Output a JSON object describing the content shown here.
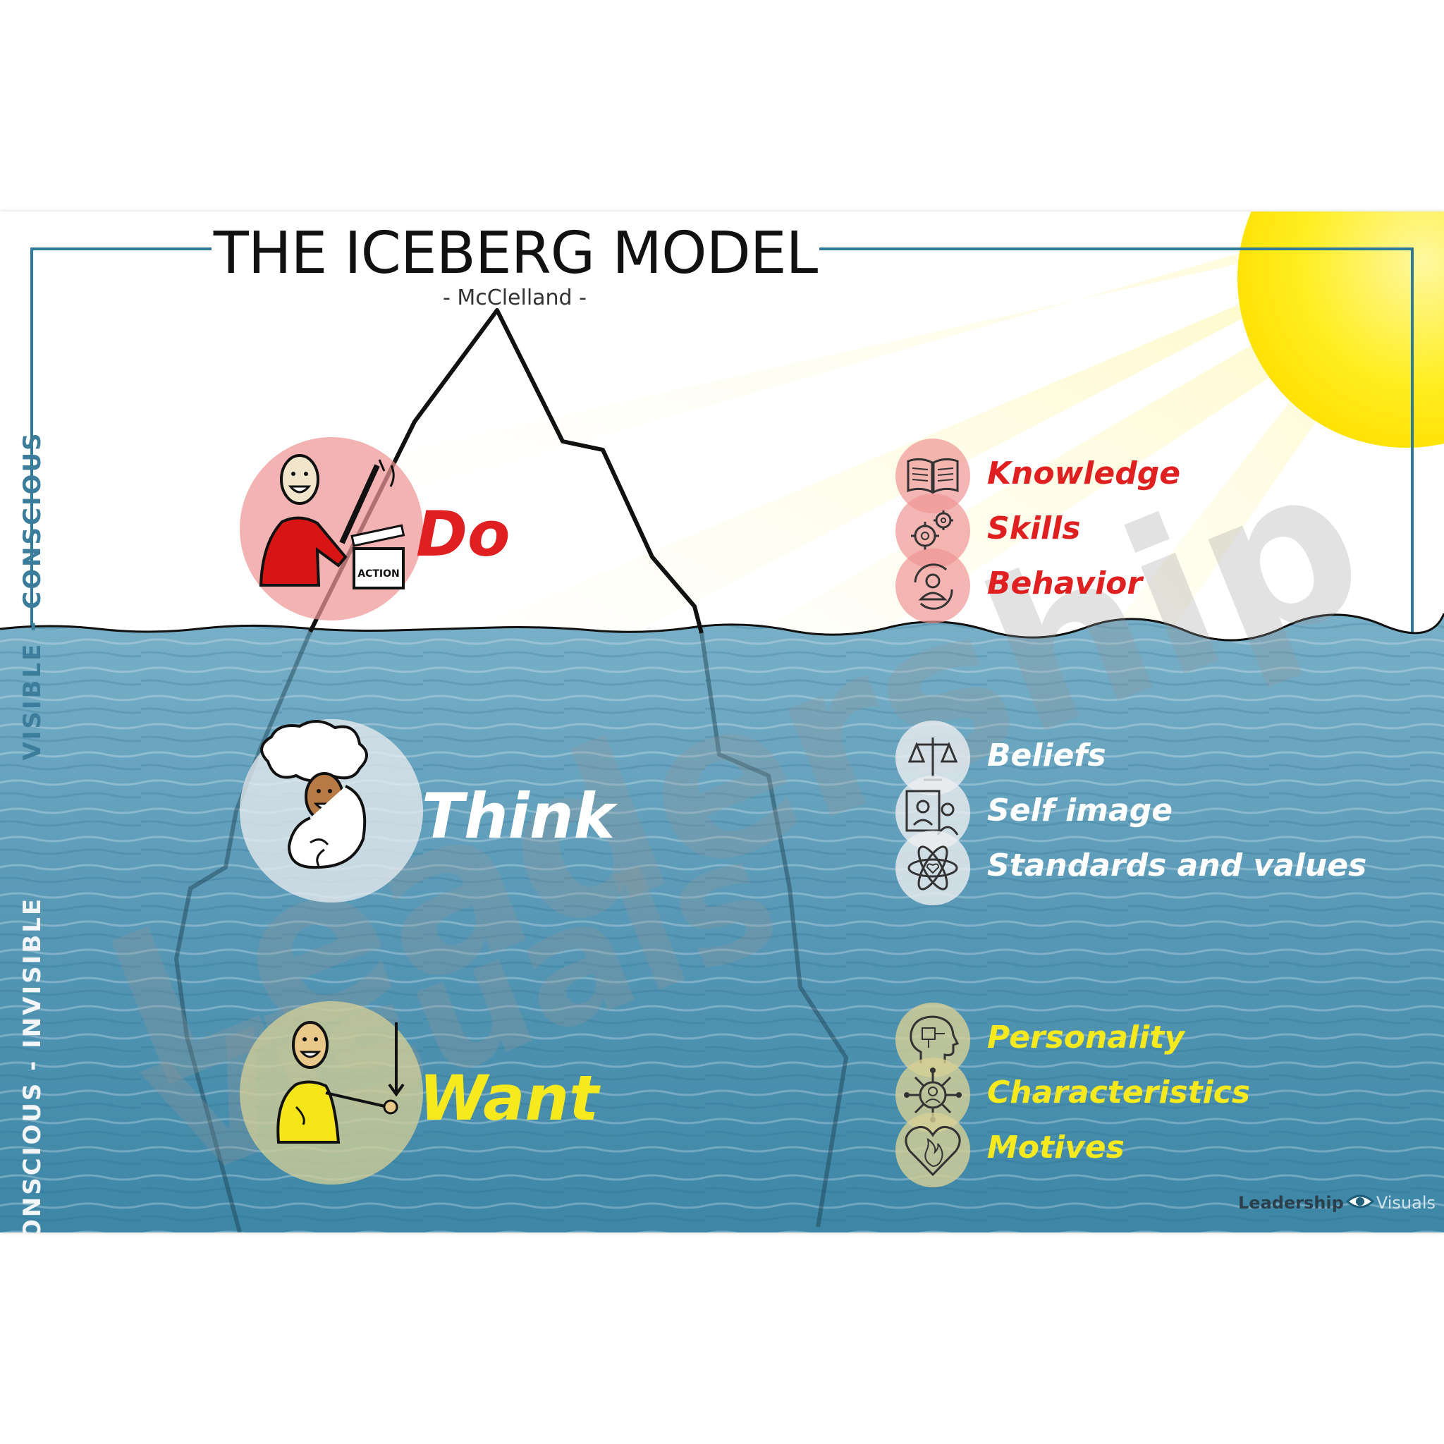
{
  "title": "THE ICEBERG MODEL",
  "subtitle": "- McClelland -",
  "side_labels": {
    "visible": "VISIBLE - CONSCIOUS",
    "invisible": "UNCONSCIOUS - INVISIBLE"
  },
  "levels": [
    {
      "label": "Do",
      "color": "#e02020",
      "circle_color": "#f4b3b3",
      "figure_prop_text": "ACTION",
      "items": [
        {
          "label": "Knowledge",
          "icon": "book-icon"
        },
        {
          "label": "Skills",
          "icon": "gears-icon"
        },
        {
          "label": "Behavior",
          "icon": "person-cycle-icon"
        }
      ]
    },
    {
      "label": "Think",
      "color": "#ffffff",
      "circle_color": "#e6e8ea",
      "items": [
        {
          "label": "Beliefs",
          "icon": "scales-icon"
        },
        {
          "label": "Self image",
          "icon": "mirror-person-icon"
        },
        {
          "label": "Standards and values",
          "icon": "atom-heart-icon"
        }
      ]
    },
    {
      "label": "Want",
      "color": "#f6ea1e",
      "circle_color": "#d9d39a",
      "items": [
        {
          "label": "Personality",
          "icon": "head-puzzle-icon"
        },
        {
          "label": "Characteristics",
          "icon": "person-network-icon"
        },
        {
          "label": "Motives",
          "icon": "heart-flame-icon"
        }
      ]
    }
  ],
  "credit": {
    "bold": "Leadership",
    "light": "Visuals",
    "eye_icon": "eye-icon"
  },
  "watermark": {
    "line1": "Leadership",
    "line2": "Visuals"
  },
  "colors": {
    "frame": "#2f7a98",
    "water_top": "#6aa3bf",
    "water_bottom": "#3d88a8",
    "sun": "#ffe600"
  }
}
